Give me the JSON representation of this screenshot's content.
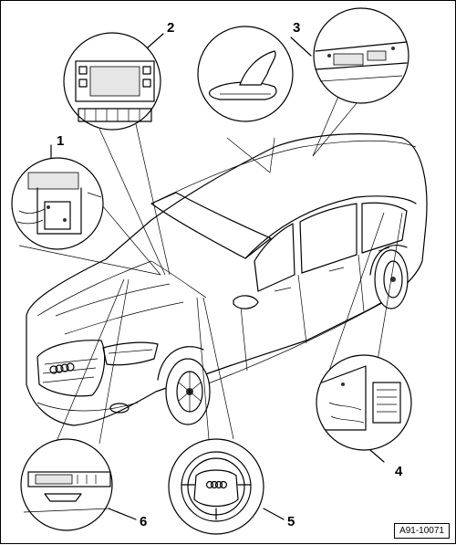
{
  "figure": {
    "reference": "A91-10071",
    "callouts": [
      {
        "id": "1",
        "label": "1"
      },
      {
        "id": "2",
        "label": "2"
      },
      {
        "id": "3",
        "label": "3"
      },
      {
        "id": "4",
        "label": "4"
      },
      {
        "id": "5",
        "label": "5"
      },
      {
        "id": "6",
        "label": "6"
      }
    ]
  },
  "colors": {
    "line": "#000000",
    "background": "#ffffff"
  }
}
